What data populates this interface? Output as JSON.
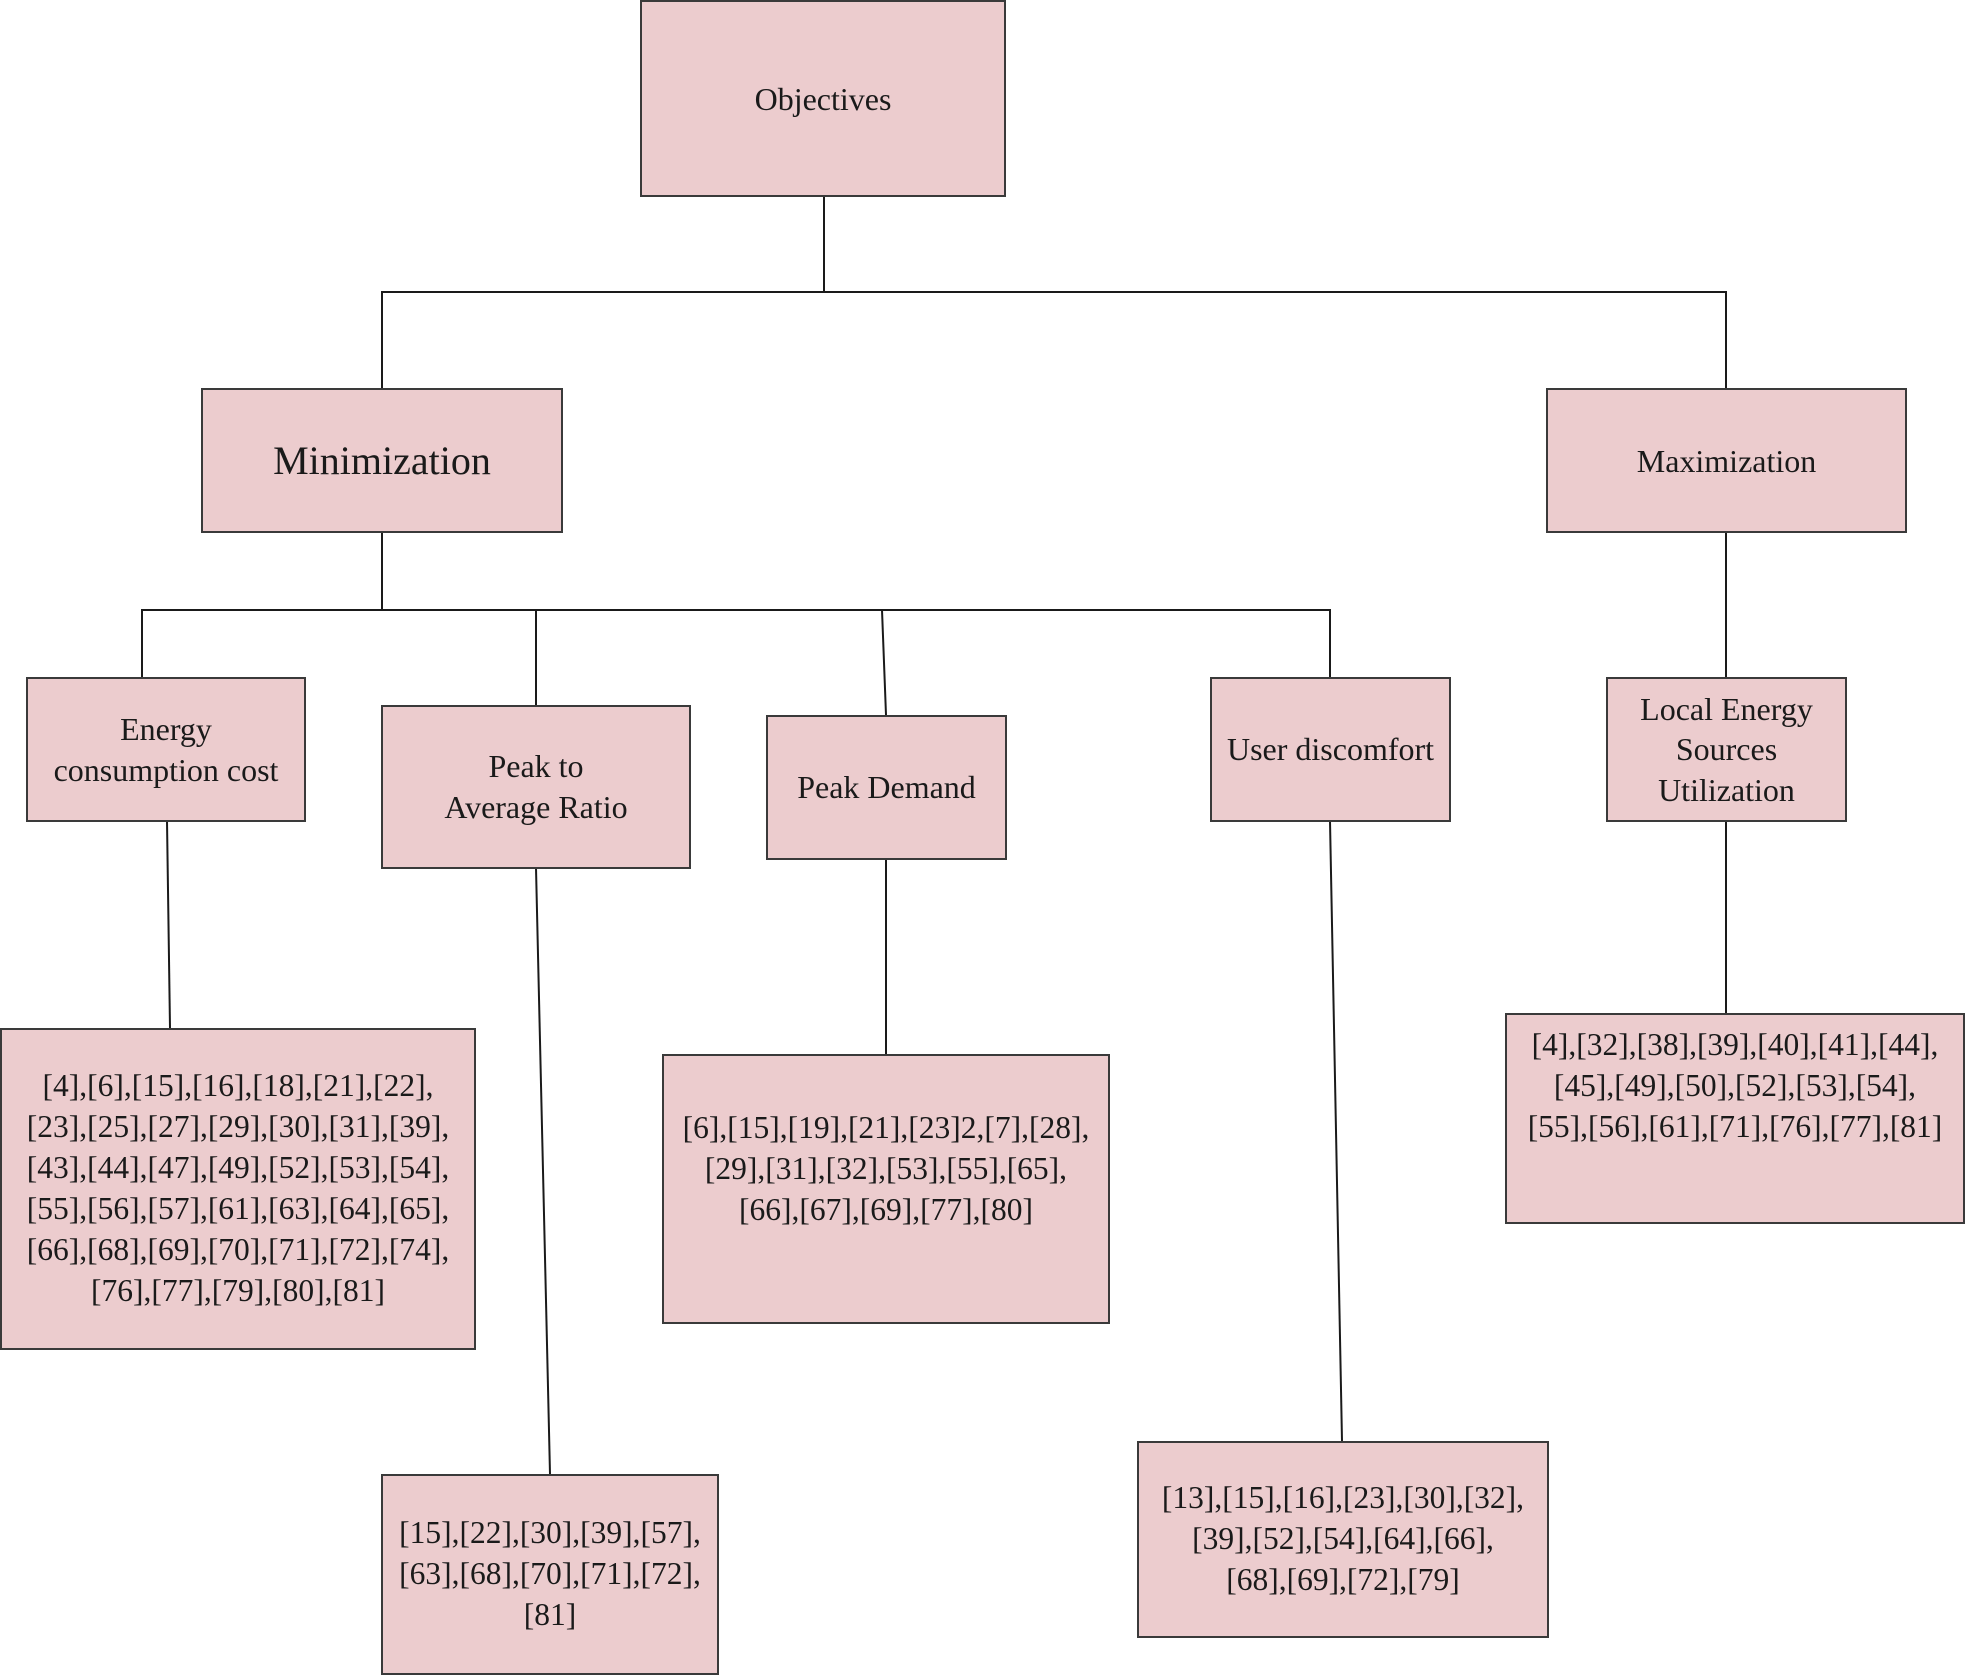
{
  "diagram": {
    "root": {
      "label": "Objectives"
    },
    "branches": [
      {
        "label": "Minimization"
      },
      {
        "label": "Maximization"
      }
    ],
    "categories": [
      {
        "label": "Energy\nconsumption cost"
      },
      {
        "label": "Peak to\nAverage Ratio"
      },
      {
        "label": "Peak Demand"
      },
      {
        "label": "User discomfort"
      },
      {
        "label": "Local Energy\nSources\nUtilization"
      }
    ],
    "references": [
      {
        "text": "[4],[6],[15],[16],[18],[21],[22],\n[23],[25],[27],[29],[30],[31],[39],\n[43],[44],[47],[49],[52],[53],[54],\n[55],[56],[57],[61],[63],[64],[65],\n[66],[68],[69],[70],[71],[72],[74],\n[76],[77],[79],[80],[81]"
      },
      {
        "text": "[15],[22],[30],[39],[57],\n[63],[68],[70],[71],[72],\n[81]"
      },
      {
        "text": "[6],[15],[19],[21],[23]2,[7],[28],\n[29],[31],[32],[53],[55],[65],\n[66],[67],[69],[77],[80]"
      },
      {
        "text": "[13],[15],[16],[23],[30],[32],\n[39],[52],[54],[64],[66],\n[68],[69],[72],[79]"
      },
      {
        "text": "[4],[32],[38],[39],[40],[41],[44],\n[45],[49],[50],[52],[53],[54],\n[55],[56],[61],[71],[76],[77],[81]"
      }
    ]
  }
}
